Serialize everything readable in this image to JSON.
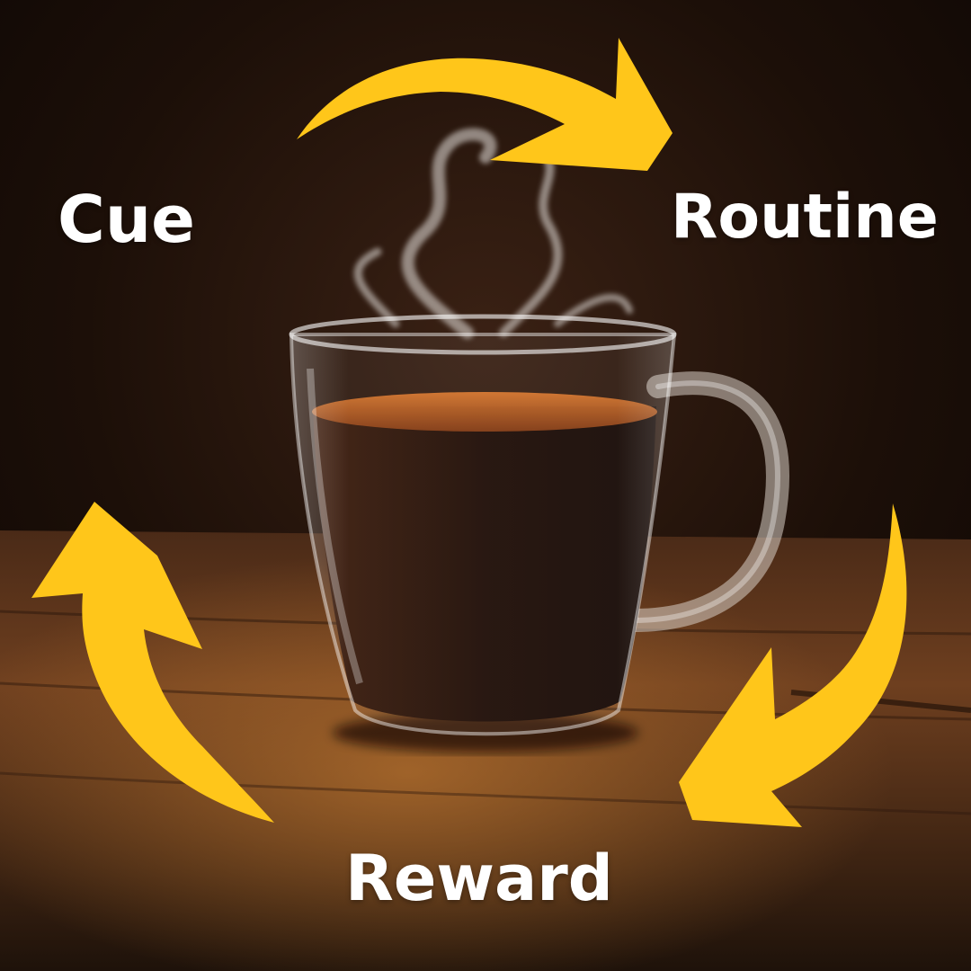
{
  "cycle": {
    "cue": "Cue",
    "routine": "Routine",
    "reward": "Reward"
  },
  "colors": {
    "arrow": "#ffc61a",
    "label_text": "#ffffff",
    "background_dark": "#150c07",
    "table_wood": "#6b3d1e",
    "coffee": "#2a140a",
    "crema": "#c8621f"
  },
  "icons": {
    "arrows": [
      "cue-to-routine-arrow",
      "routine-to-reward-arrow",
      "reward-to-cue-arrow"
    ]
  }
}
